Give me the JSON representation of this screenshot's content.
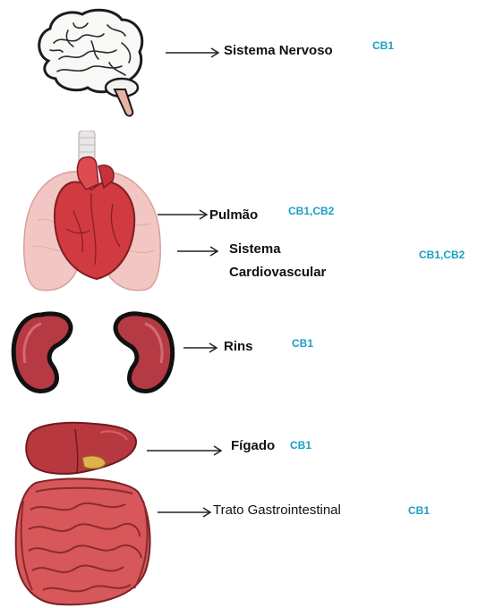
{
  "colors": {
    "tag": "#1a9fc5",
    "organ": "#c9343c",
    "organ_dark": "#7a1f24",
    "lung": "#f2c4c0"
  },
  "items": [
    {
      "icon": "brain-icon",
      "label": "Sistema Nervoso",
      "tag": "CB1"
    },
    {
      "icon": "lungs-heart-icon",
      "label": "Pulmão",
      "tag": "CB1,CB2"
    },
    {
      "icon": "lungs-heart-icon",
      "label_line1": "Sistema",
      "label_line2": "Cardiovascular",
      "tag": "CB1,CB2"
    },
    {
      "icon": "kidneys-icon",
      "label": "Rins",
      "tag": "CB1"
    },
    {
      "icon": "liver-icon",
      "label": "Fígado",
      "tag": "CB1"
    },
    {
      "icon": "intestines-icon",
      "label": "Trato Gastrointestinal",
      "tag": "CB1"
    }
  ]
}
